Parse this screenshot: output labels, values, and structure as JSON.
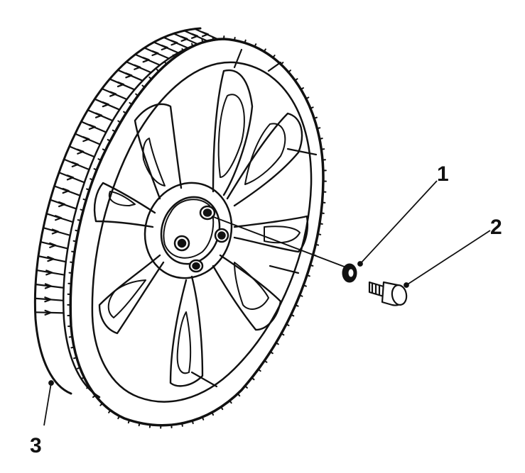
{
  "diagram": {
    "callouts": [
      {
        "id": "1",
        "label": "1",
        "part": "washer"
      },
      {
        "id": "2",
        "label": "2",
        "part": "shoulder-bolt"
      },
      {
        "id": "3",
        "label": "3",
        "part": "wheel"
      }
    ],
    "colors": {
      "ink": "#111111",
      "paper": "#ffffff"
    }
  }
}
